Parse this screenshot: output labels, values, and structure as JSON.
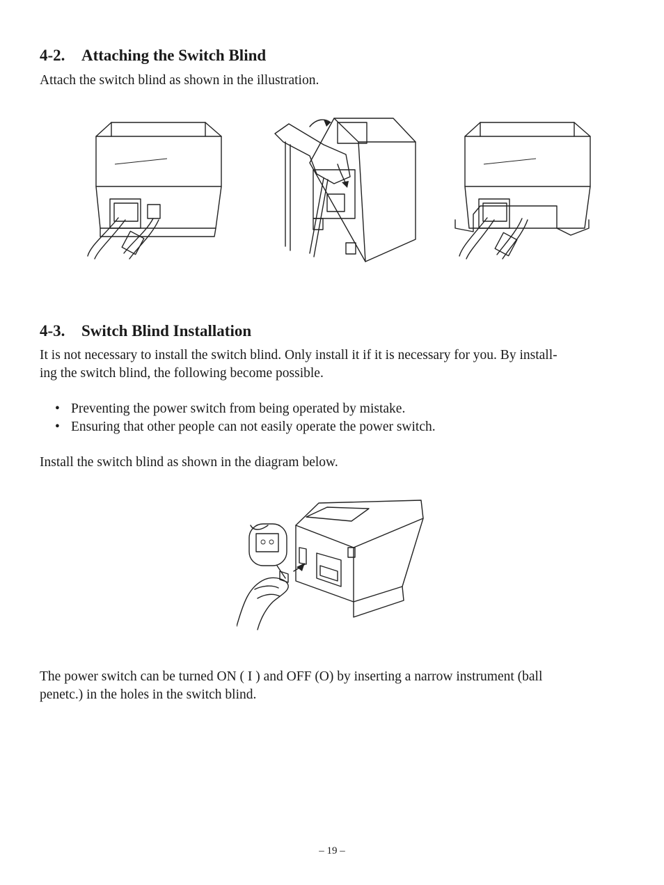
{
  "section_4_2": {
    "number": "4-2.",
    "title": "Attaching the Switch Blind",
    "intro": "Attach the switch blind as shown in the illustration."
  },
  "section_4_3": {
    "number": "4-3.",
    "title": "Switch Blind Installation",
    "paragraph_1_line_1": "It is not necessary to install the switch blind. Only install it if it is necessary for you. By install-",
    "paragraph_1_line_2": "ing the switch blind, the following become possible.",
    "bullets": [
      "Preventing the power switch from being operated by mistake.",
      "Ensuring that other people can not easily operate the power switch."
    ],
    "install_note": "Install the switch blind as shown in the diagram below.",
    "closing_line_1": "The power switch can be turned ON ( I ) and OFF (O) by inserting a narrow instrument (ball",
    "closing_line_2": "penetc.) in the holes in the switch blind."
  },
  "footer": {
    "page_number": "– 19 –"
  }
}
